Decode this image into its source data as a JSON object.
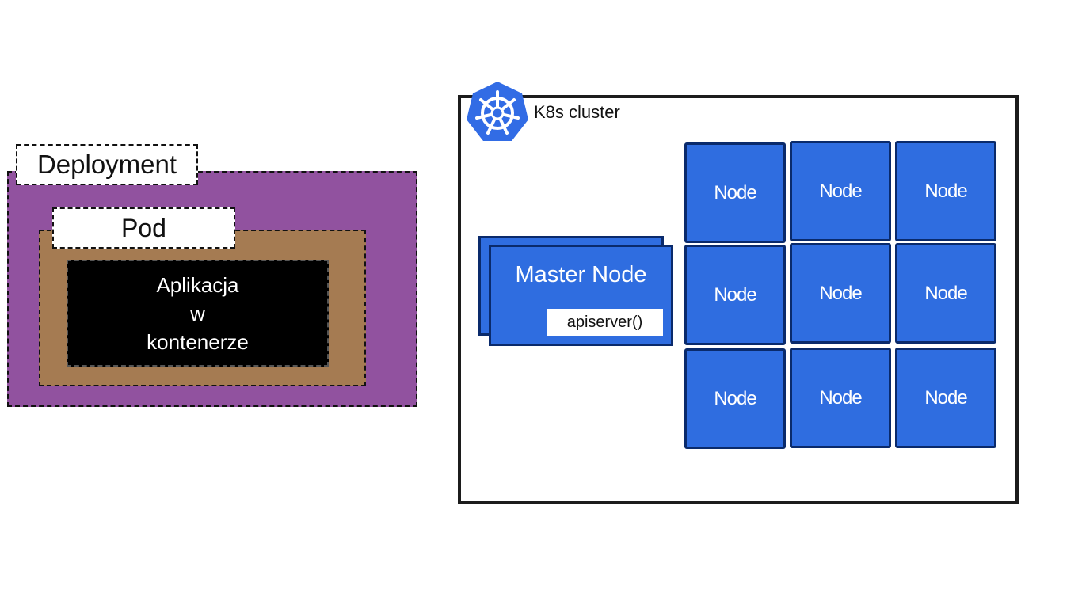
{
  "deployment": {
    "label": "Deployment",
    "pod": {
      "label": "Pod",
      "app": {
        "line1": "Aplikacja",
        "line2": "w",
        "line3": "kontenerze"
      }
    }
  },
  "cluster": {
    "title": "K8s cluster",
    "logo_icon": "kubernetes-helm-wheel-icon",
    "master": {
      "title": "Master Node",
      "apiserver": "apiserver()"
    },
    "nodes": [
      "Node",
      "Node",
      "Node",
      "Node",
      "Node",
      "Node",
      "Node",
      "Node",
      "Node"
    ]
  },
  "colors": {
    "deployment": "#91529f",
    "pod": "#a57b52",
    "container": "#000000",
    "node": "#2f6de0",
    "node_border": "#0a2a6b",
    "k8s_logo": "#326ce5"
  }
}
